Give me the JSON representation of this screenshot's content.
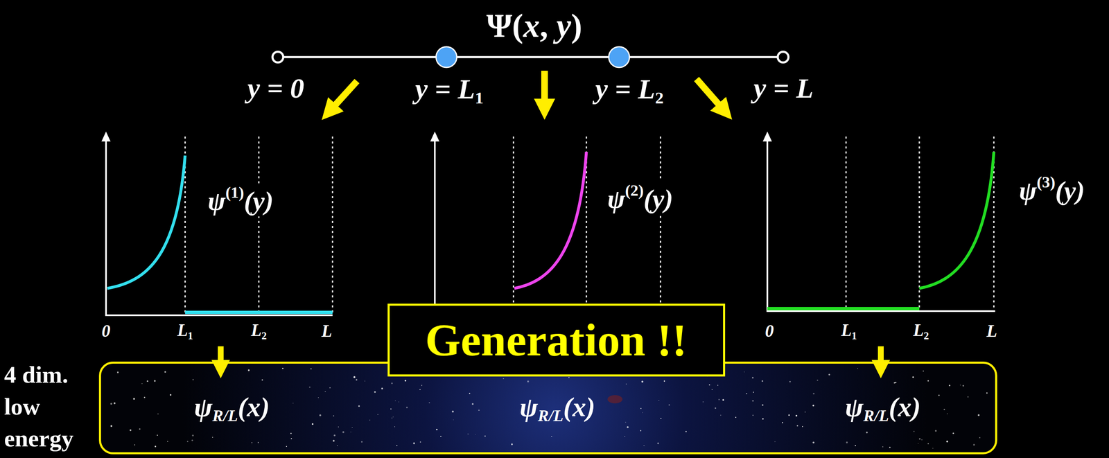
{
  "diagram": {
    "nodes": [
      {
        "text": [
          "Generation !!"
        ]
      },
      {
        "text": [
          "ψR/L(x)",
          "ψR/L(x)",
          "ψR/L(x)"
        ]
      }
    ],
    "labels": [
      "Ψ(x, y)",
      "y = 0",
      "y = L1",
      "y = L2",
      "y = L",
      "ψ(1)(y)",
      "ψ(2)(y)",
      "ψ(3)(y)",
      "0",
      "L1",
      "L2",
      "L",
      "0",
      "L1",
      "L2",
      "L",
      "4 dim. low energy"
    ]
  }
}
